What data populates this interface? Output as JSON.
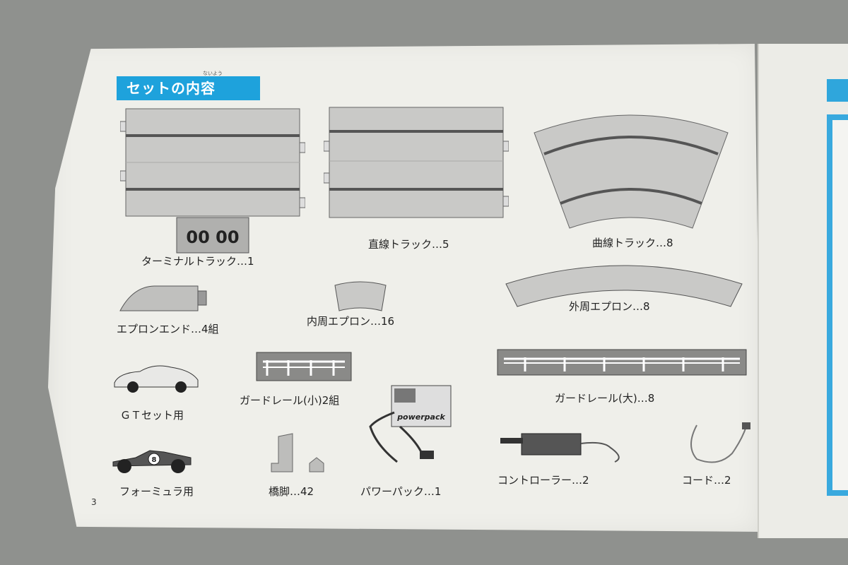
{
  "section_heading": "セットの内容",
  "heading_furigana": "ないよう",
  "page_number": "3",
  "items": [
    {
      "label": "ターミナルトラック…1"
    },
    {
      "label": "直線トラック…5"
    },
    {
      "label": "曲線トラック…8"
    },
    {
      "label": "エプロンエンド…4組"
    },
    {
      "label": "内周エプロン…16"
    },
    {
      "label": "外周エプロン…8"
    },
    {
      "label": "ＧＴセット用"
    },
    {
      "label": "ガードレール(小)2組"
    },
    {
      "label": "ガードレール(大)…8"
    },
    {
      "label": "フォーミュラ用"
    },
    {
      "label": "橋脚…42"
    },
    {
      "label": "パワーパック…1"
    },
    {
      "label": "コントローラー…2"
    },
    {
      "label": "コード…2"
    }
  ],
  "printed_marks": {
    "terminal_meter": "00 00",
    "powerpack_brand": "powerpack",
    "car_number": "8"
  }
}
